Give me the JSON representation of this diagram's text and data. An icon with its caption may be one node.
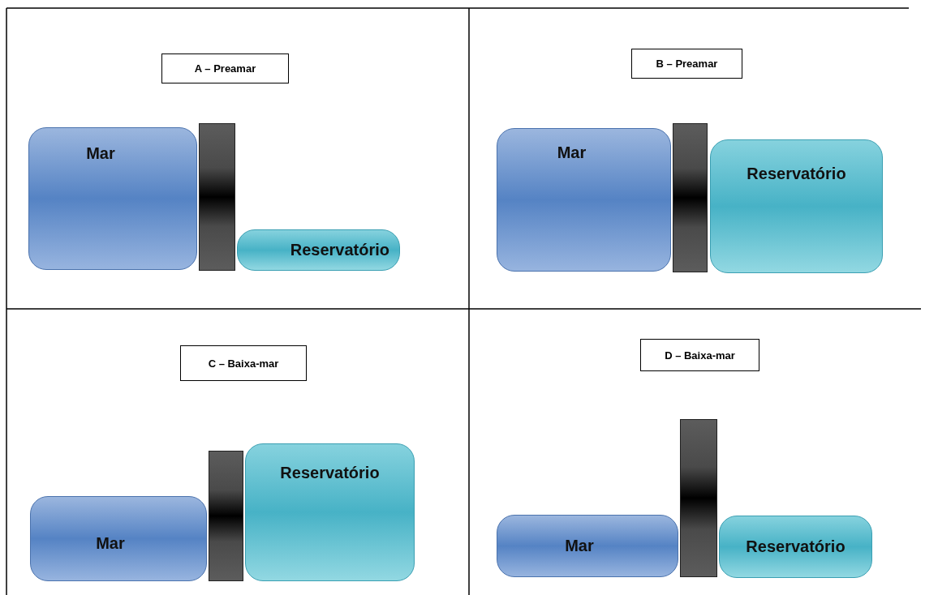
{
  "diagram": {
    "nodes": [
      {
        "text": [
          "A – Preamar"
        ]
      },
      {
        "text": [
          "Mar"
        ]
      },
      {
        "text": [],
        "shape": "bar"
      },
      {
        "text": [
          "Reservatório"
        ]
      },
      {
        "text": [
          "B – Preamar"
        ]
      },
      {
        "text": [
          "Mar"
        ]
      },
      {
        "text": [],
        "shape": "bar"
      },
      {
        "text": [
          "Reservatório"
        ]
      },
      {
        "text": [
          "C – Baixa-mar"
        ]
      },
      {
        "text": [
          "Mar"
        ]
      },
      {
        "text": [],
        "shape": "bar"
      },
      {
        "text": [
          "Reservatório"
        ]
      },
      {
        "text": [
          "D – Baixa-mar"
        ]
      },
      {
        "text": [
          "Mar"
        ]
      },
      {
        "text": [],
        "shape": "bar"
      },
      {
        "text": [
          "Reservatório"
        ]
      }
    ]
  }
}
